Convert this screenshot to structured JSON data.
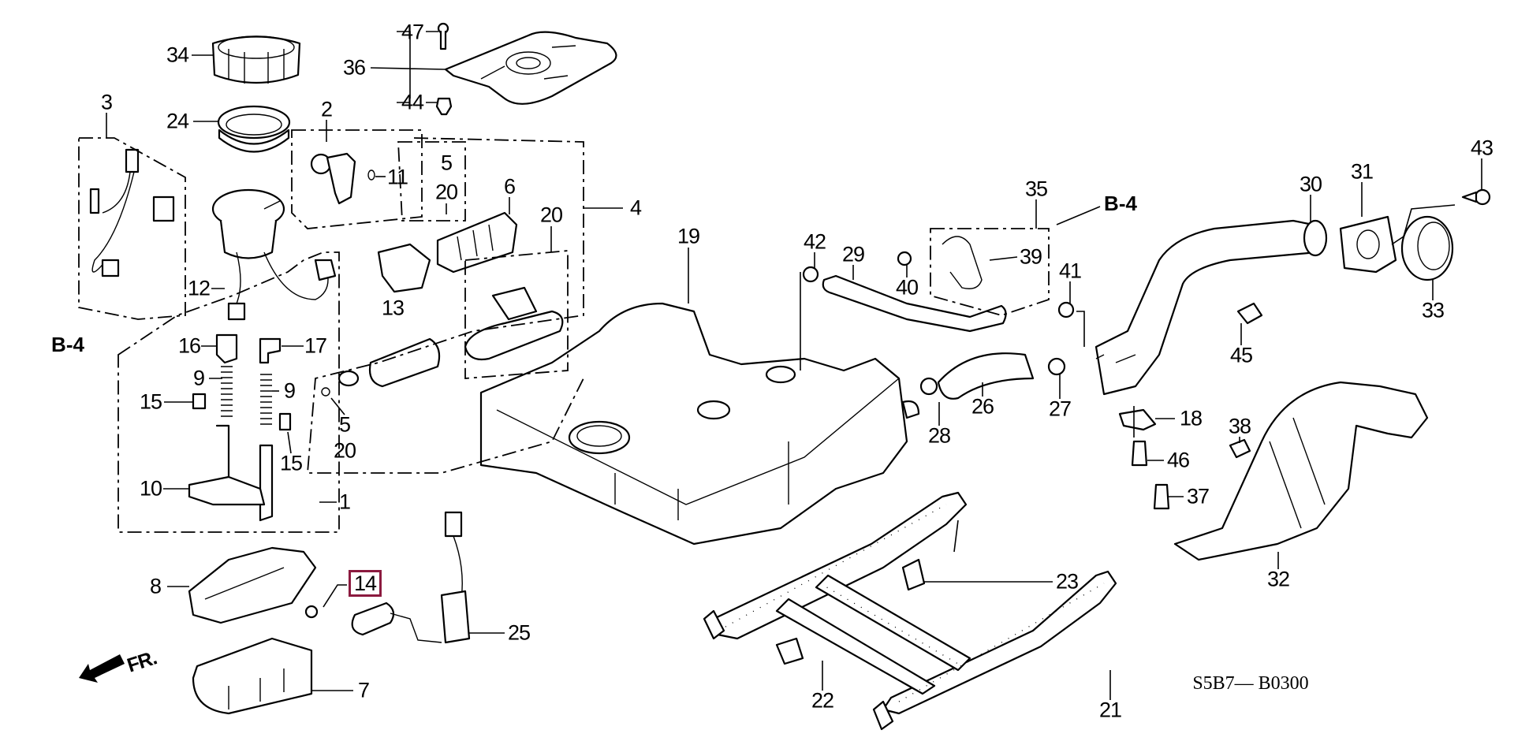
{
  "diagram": {
    "title": "Fuel Tank Assembly Parts Diagram",
    "diagram_code": "S5B7— B0300",
    "highlight_color": "#8b1a3f",
    "highlighted_part": "14",
    "direction_marker": "FR.",
    "reference_labels": [
      "B-4",
      "B-4"
    ],
    "callouts": [
      {
        "id": "c34",
        "label": "34"
      },
      {
        "id": "c47",
        "label": "47"
      },
      {
        "id": "c36",
        "label": "36"
      },
      {
        "id": "c44",
        "label": "44"
      },
      {
        "id": "c3",
        "label": "3"
      },
      {
        "id": "c24",
        "label": "24"
      },
      {
        "id": "c2",
        "label": "2"
      },
      {
        "id": "c11",
        "label": "11"
      },
      {
        "id": "c5a",
        "label": "5"
      },
      {
        "id": "c20a",
        "label": "20"
      },
      {
        "id": "c6",
        "label": "6"
      },
      {
        "id": "c4",
        "label": "4"
      },
      {
        "id": "c20b",
        "label": "20"
      },
      {
        "id": "c19",
        "label": "19"
      },
      {
        "id": "c12",
        "label": "12"
      },
      {
        "id": "c13",
        "label": "13"
      },
      {
        "id": "c16",
        "label": "16"
      },
      {
        "id": "c17",
        "label": "17"
      },
      {
        "id": "c9a",
        "label": "9"
      },
      {
        "id": "c9b",
        "label": "9"
      },
      {
        "id": "c15a",
        "label": "15"
      },
      {
        "id": "c15b",
        "label": "15"
      },
      {
        "id": "c5b",
        "label": "5"
      },
      {
        "id": "c20c",
        "label": "20"
      },
      {
        "id": "c10",
        "label": "10"
      },
      {
        "id": "c1",
        "label": "1"
      },
      {
        "id": "c8",
        "label": "8"
      },
      {
        "id": "c14",
        "label": "14"
      },
      {
        "id": "c25",
        "label": "25"
      },
      {
        "id": "c7",
        "label": "7"
      },
      {
        "id": "c42",
        "label": "42"
      },
      {
        "id": "c29",
        "label": "29"
      },
      {
        "id": "c40",
        "label": "40"
      },
      {
        "id": "c35",
        "label": "35"
      },
      {
        "id": "c39",
        "label": "39"
      },
      {
        "id": "c41",
        "label": "41"
      },
      {
        "id": "c30",
        "label": "30"
      },
      {
        "id": "c31",
        "label": "31"
      },
      {
        "id": "c43",
        "label": "43"
      },
      {
        "id": "c33",
        "label": "33"
      },
      {
        "id": "c45",
        "label": "45"
      },
      {
        "id": "c26",
        "label": "26"
      },
      {
        "id": "c27",
        "label": "27"
      },
      {
        "id": "c28",
        "label": "28"
      },
      {
        "id": "c18",
        "label": "18"
      },
      {
        "id": "c38",
        "label": "38"
      },
      {
        "id": "c46",
        "label": "46"
      },
      {
        "id": "c37",
        "label": "37"
      },
      {
        "id": "c32",
        "label": "32"
      },
      {
        "id": "c23",
        "label": "23"
      },
      {
        "id": "c22",
        "label": "22"
      },
      {
        "id": "c21",
        "label": "21"
      }
    ]
  }
}
